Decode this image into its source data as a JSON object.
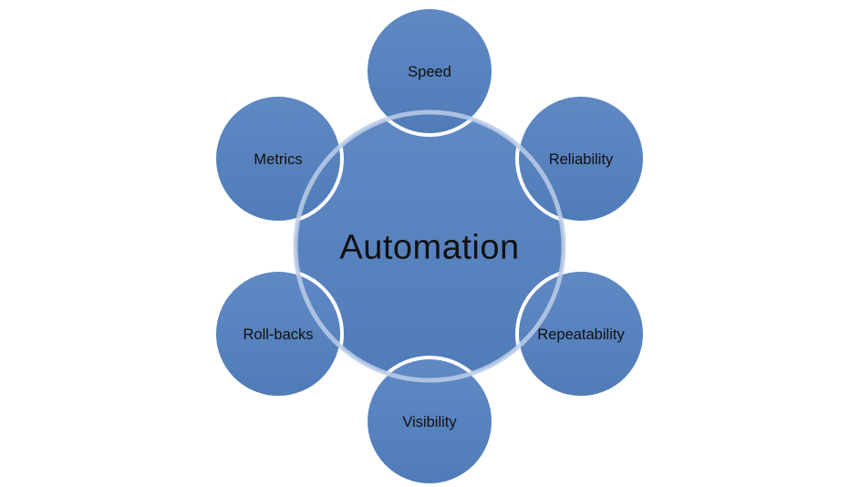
{
  "diagram": {
    "type": "radial-cycle",
    "center": {
      "label": "Automation"
    },
    "nodes": [
      {
        "label": "Speed"
      },
      {
        "label": "Reliability"
      },
      {
        "label": "Repeatability"
      },
      {
        "label": "Visibility"
      },
      {
        "label": "Roll-backs"
      },
      {
        "label": "Metrics"
      }
    ],
    "colors": {
      "node_fill": "#4f7cb8",
      "node_fill_light": "#6089c4",
      "node_border": "#ffffff",
      "center_ring": "#bccde9",
      "label_text": "#111111",
      "background": "#ffffff"
    }
  }
}
